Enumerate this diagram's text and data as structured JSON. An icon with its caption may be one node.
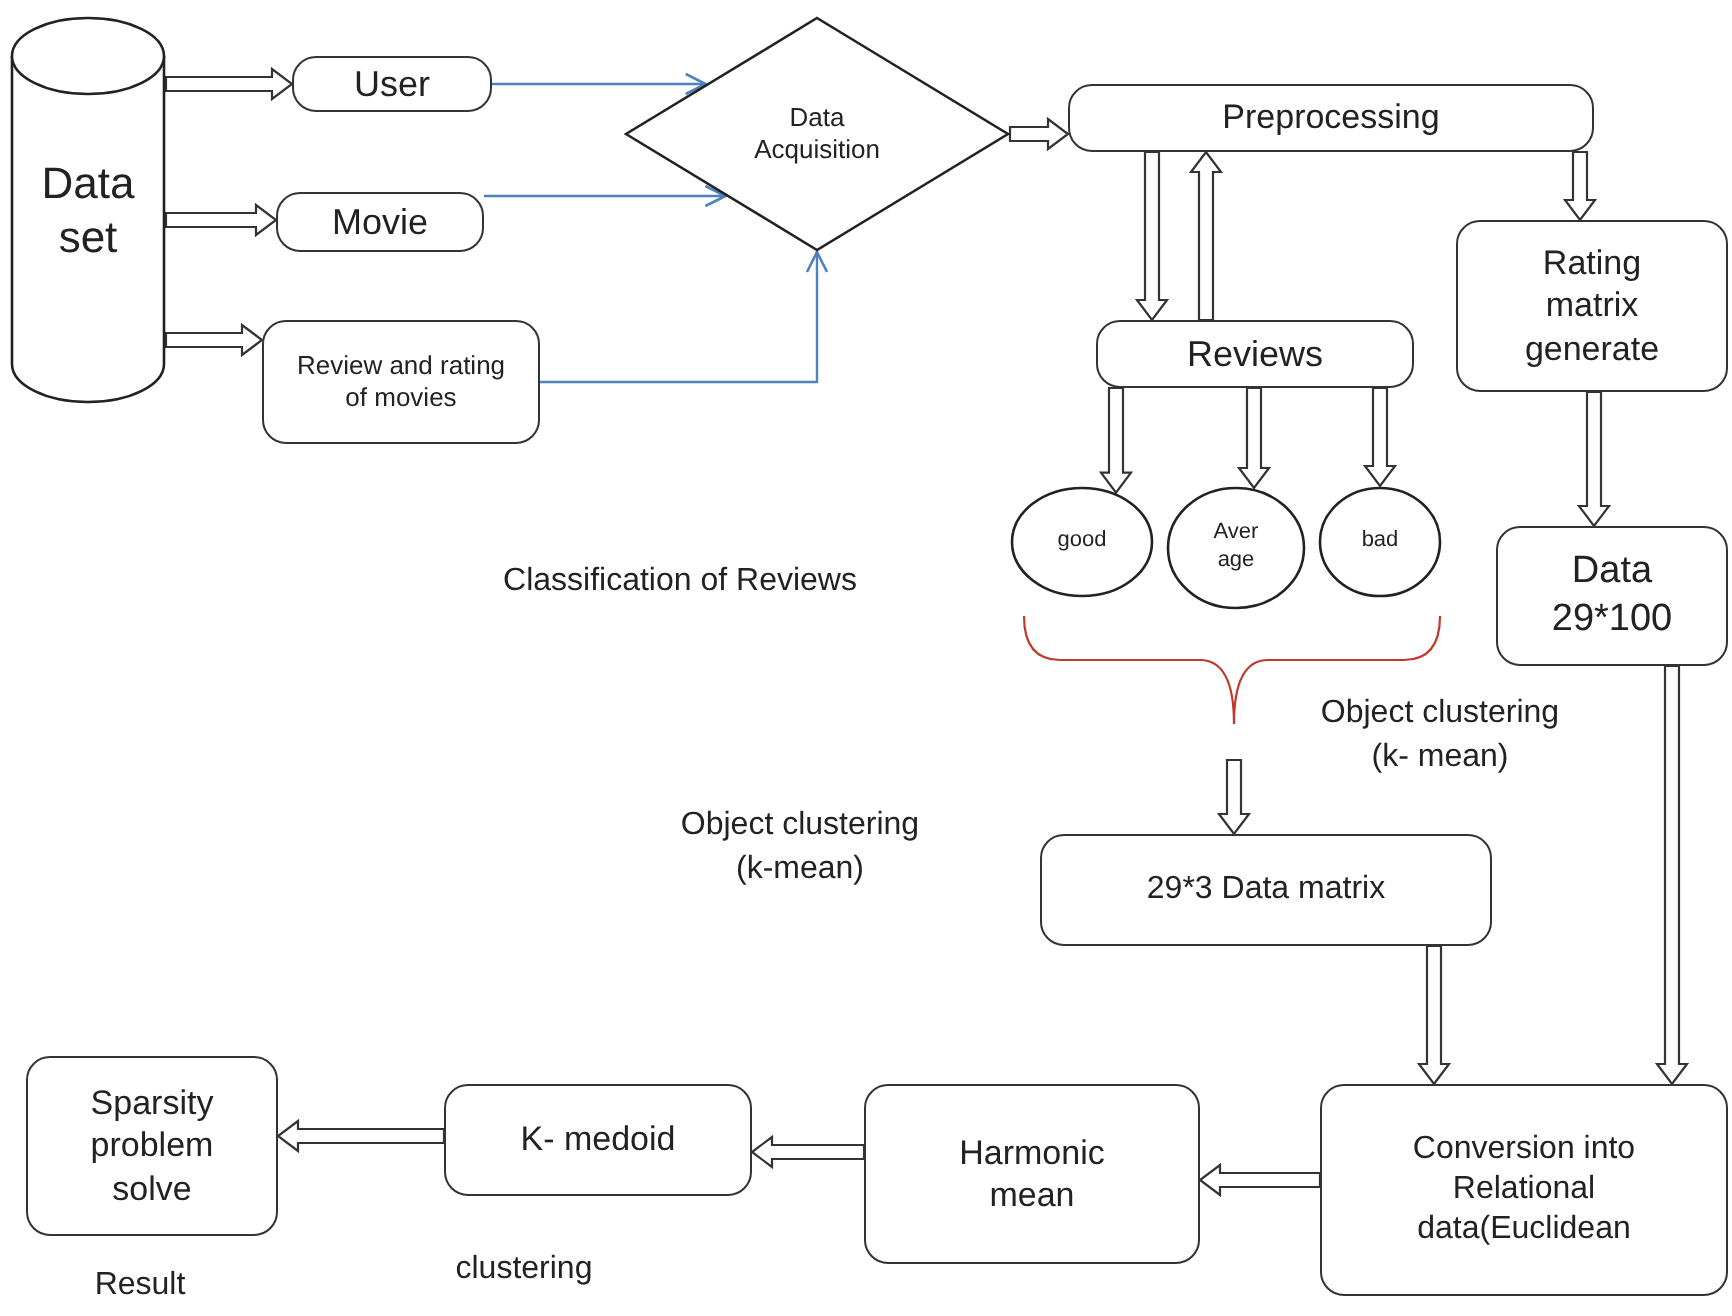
{
  "diagram": {
    "nodes": [
      {
        "text": [
          "Data set"
        ]
      },
      {
        "text": [
          "User"
        ]
      },
      {
        "text": [
          "Movie"
        ]
      },
      {
        "text": [
          "Review and rating of movies"
        ]
      },
      {
        "text": [
          "Data Acquisition"
        ]
      },
      {
        "text": [
          "Preprocessing"
        ]
      },
      {
        "text": [
          "Reviews"
        ]
      },
      {
        "text": [
          "Rating matrix generate"
        ]
      },
      {
        "text": [
          "good"
        ]
      },
      {
        "text": [
          "Aver age"
        ]
      },
      {
        "text": [
          "bad"
        ]
      },
      {
        "text": [
          "Data 29*100"
        ]
      },
      {
        "text": [
          "29*3 Data matrix"
        ]
      },
      {
        "text": [
          "Conversion into Relational data(Euclidean"
        ]
      },
      {
        "text": [
          "Harmonic mean"
        ]
      },
      {
        "text": [
          "K- medoid"
        ]
      },
      {
        "text": [
          "Sparsity problem solve"
        ]
      }
    ],
    "edges": [
      {
        "from": 0,
        "to": 1,
        "arrow": "to"
      },
      {
        "from": 0,
        "to": 2,
        "arrow": "to"
      },
      {
        "from": 0,
        "to": 3,
        "arrow": "to"
      },
      {
        "from": 1,
        "to": 4,
        "arrow": "to",
        "color": "#4f81bd"
      },
      {
        "from": 2,
        "to": 4,
        "arrow": "to",
        "color": "#4f81bd"
      },
      {
        "from": 3,
        "to": 4,
        "arrow": "to",
        "color": "#4f81bd"
      },
      {
        "from": 4,
        "to": 5,
        "arrow": "to"
      },
      {
        "from": 5,
        "to": 6,
        "arrow": "to"
      },
      {
        "from": 6,
        "to": 5,
        "arrow": "to"
      },
      {
        "from": 5,
        "to": 7,
        "arrow": "to"
      },
      {
        "from": 6,
        "to": 8,
        "arrow": "to"
      },
      {
        "from": 6,
        "to": 9,
        "arrow": "to"
      },
      {
        "from": 6,
        "to": 10,
        "arrow": "to"
      },
      {
        "from": 7,
        "to": 11,
        "arrow": "to"
      },
      {
        "from": null,
        "to": 12,
        "arrow": "to"
      },
      {
        "from": 12,
        "to": 13,
        "arrow": "to"
      },
      {
        "from": 11,
        "to": 13,
        "arrow": "to"
      },
      {
        "from": 13,
        "to": 14,
        "arrow": "to"
      },
      {
        "from": 14,
        "to": 15,
        "arrow": "to"
      },
      {
        "from": 15,
        "to": 16,
        "arrow": "to"
      }
    ],
    "labels": [
      "Classification of Reviews",
      "Object clustering (k- mean)",
      "Object clustering (k-mean)",
      "clustering",
      "Result"
    ]
  }
}
